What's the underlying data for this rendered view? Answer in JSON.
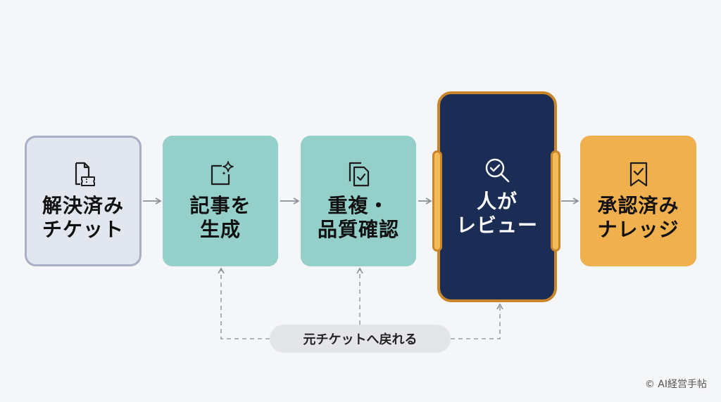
{
  "steps": [
    {
      "label": "解決済み\nチケット",
      "icon": "document-ticket-icon"
    },
    {
      "label": "記事を\n生成",
      "icon": "sparkle-frame-icon"
    },
    {
      "label": "重複・\n品質確認",
      "icon": "copy-check-icon"
    },
    {
      "label": "人が\nレビュー",
      "icon": "magnifier-check-icon"
    },
    {
      "label": "承認済み\nナレッジ",
      "icon": "bookmark-check-icon"
    }
  ],
  "return_label": "元チケットへ戻れる",
  "copyright": "© AI経営手帖",
  "colors": {
    "background": "#f5f6f8",
    "step1_fill": "#e2e6ee",
    "step1_border": "#a9afc4",
    "teal": "#94cfc9",
    "navy": "#1b2d55",
    "orange_border": "#c8852a",
    "orange_fill": "#f0b04e",
    "arrow": "#8b8f99"
  }
}
